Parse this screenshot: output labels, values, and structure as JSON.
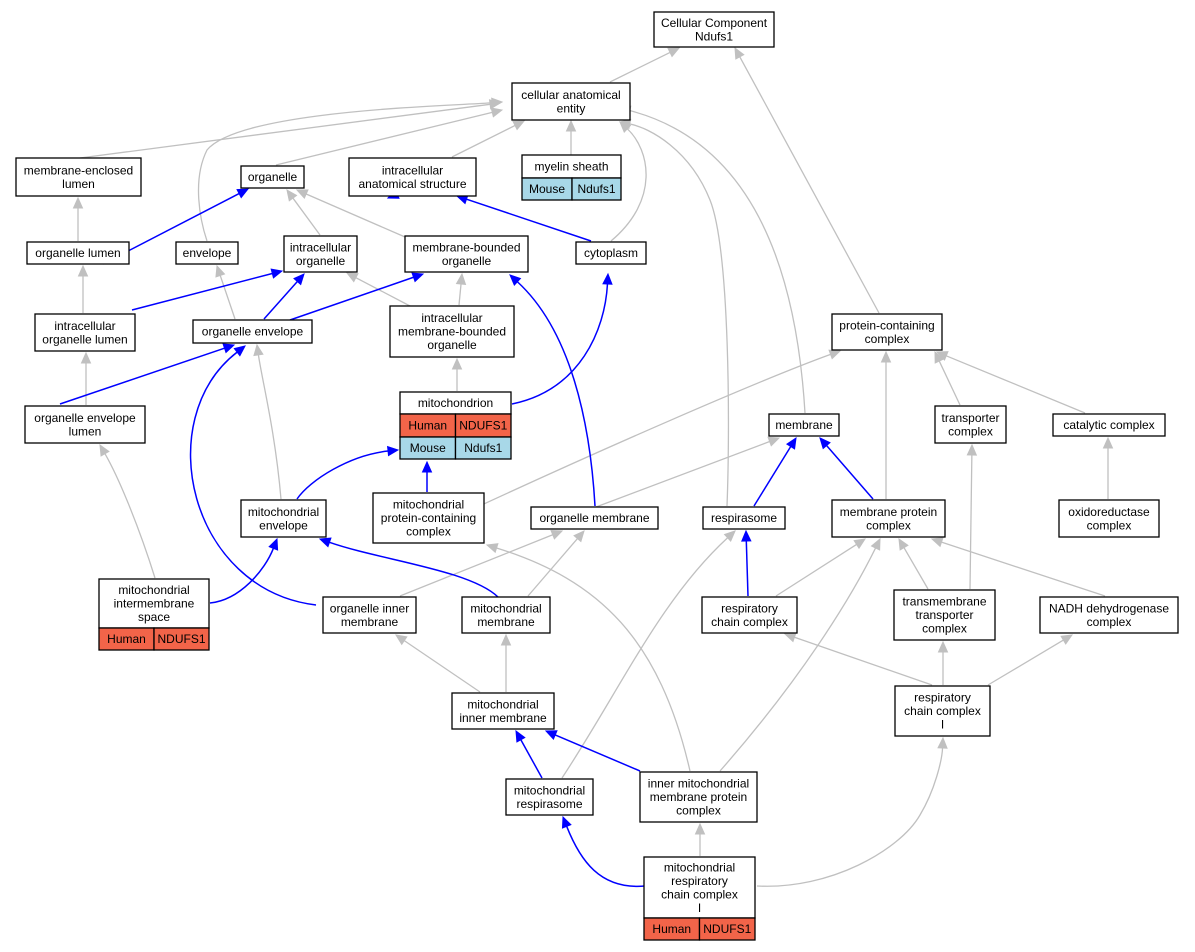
{
  "colors": {
    "human": "#f26449",
    "mouse": "#a8d8e8",
    "is_a_edge": "#c0c0c0",
    "part_of_edge": "#0000ff"
  },
  "nodes": {
    "root": [
      "Cellular Component",
      "Ndufs1"
    ],
    "cae": [
      "cellular anatomical",
      "entity"
    ],
    "mel": [
      "membrane-enclosed",
      "lumen"
    ],
    "org": [
      "organelle"
    ],
    "ias": [
      "intracellular",
      "anatomical structure"
    ],
    "mye": [
      "myelin sheath"
    ],
    "ol": [
      "organelle lumen"
    ],
    "env": [
      "envelope"
    ],
    "io": [
      "intracellular",
      "organelle"
    ],
    "mbo": [
      "membrane-bounded",
      "organelle"
    ],
    "cyt": [
      "cytoplasm"
    ],
    "iol": [
      "intracellular",
      "organelle lumen"
    ],
    "oe": [
      "organelle envelope"
    ],
    "imbo": [
      "intracellular",
      "membrane-bounded",
      "organelle"
    ],
    "pcc": [
      "protein-containing",
      "complex"
    ],
    "oel": [
      "organelle envelope",
      "lumen"
    ],
    "mito": [
      "mitochondrion"
    ],
    "memb": [
      "membrane"
    ],
    "tc": [
      "transporter",
      "complex"
    ],
    "cc": [
      "catalytic complex"
    ],
    "me": [
      "mitochondrial",
      "envelope"
    ],
    "mpcc": [
      "mitochondrial",
      "protein-containing",
      "complex"
    ],
    "om": [
      "organelle membrane"
    ],
    "resp": [
      "respirasome"
    ],
    "mpc": [
      "membrane protein",
      "complex"
    ],
    "oxc": [
      "oxidoreductase",
      "complex"
    ],
    "mis": [
      "mitochondrial",
      "intermembrane",
      "space"
    ],
    "oim": [
      "organelle inner",
      "membrane"
    ],
    "mm": [
      "mitochondrial",
      "membrane"
    ],
    "rcc": [
      "respiratory",
      "chain complex"
    ],
    "tmtc": [
      "transmembrane",
      "transporter",
      "complex"
    ],
    "nadh": [
      "NADH dehydrogenase",
      "complex"
    ],
    "mim": [
      "mitochondrial",
      "inner membrane"
    ],
    "rcc1": [
      "respiratory",
      "chain complex",
      "I"
    ],
    "mresp": [
      "mitochondrial",
      "respirasome"
    ],
    "impc": [
      "inner mitochondrial",
      "membrane protein",
      "complex"
    ],
    "mrcc1": [
      "mitochondrial",
      "respiratory",
      "chain complex",
      "I"
    ]
  },
  "annotations": {
    "mye": [
      [
        "Mouse",
        "Ndufs1"
      ]
    ],
    "mito": [
      [
        "Human",
        "NDUFS1"
      ],
      [
        "Mouse",
        "Ndufs1"
      ]
    ],
    "mis": [
      [
        "Human",
        "NDUFS1"
      ]
    ],
    "mrcc1": [
      [
        "Human",
        "NDUFS1"
      ]
    ]
  }
}
